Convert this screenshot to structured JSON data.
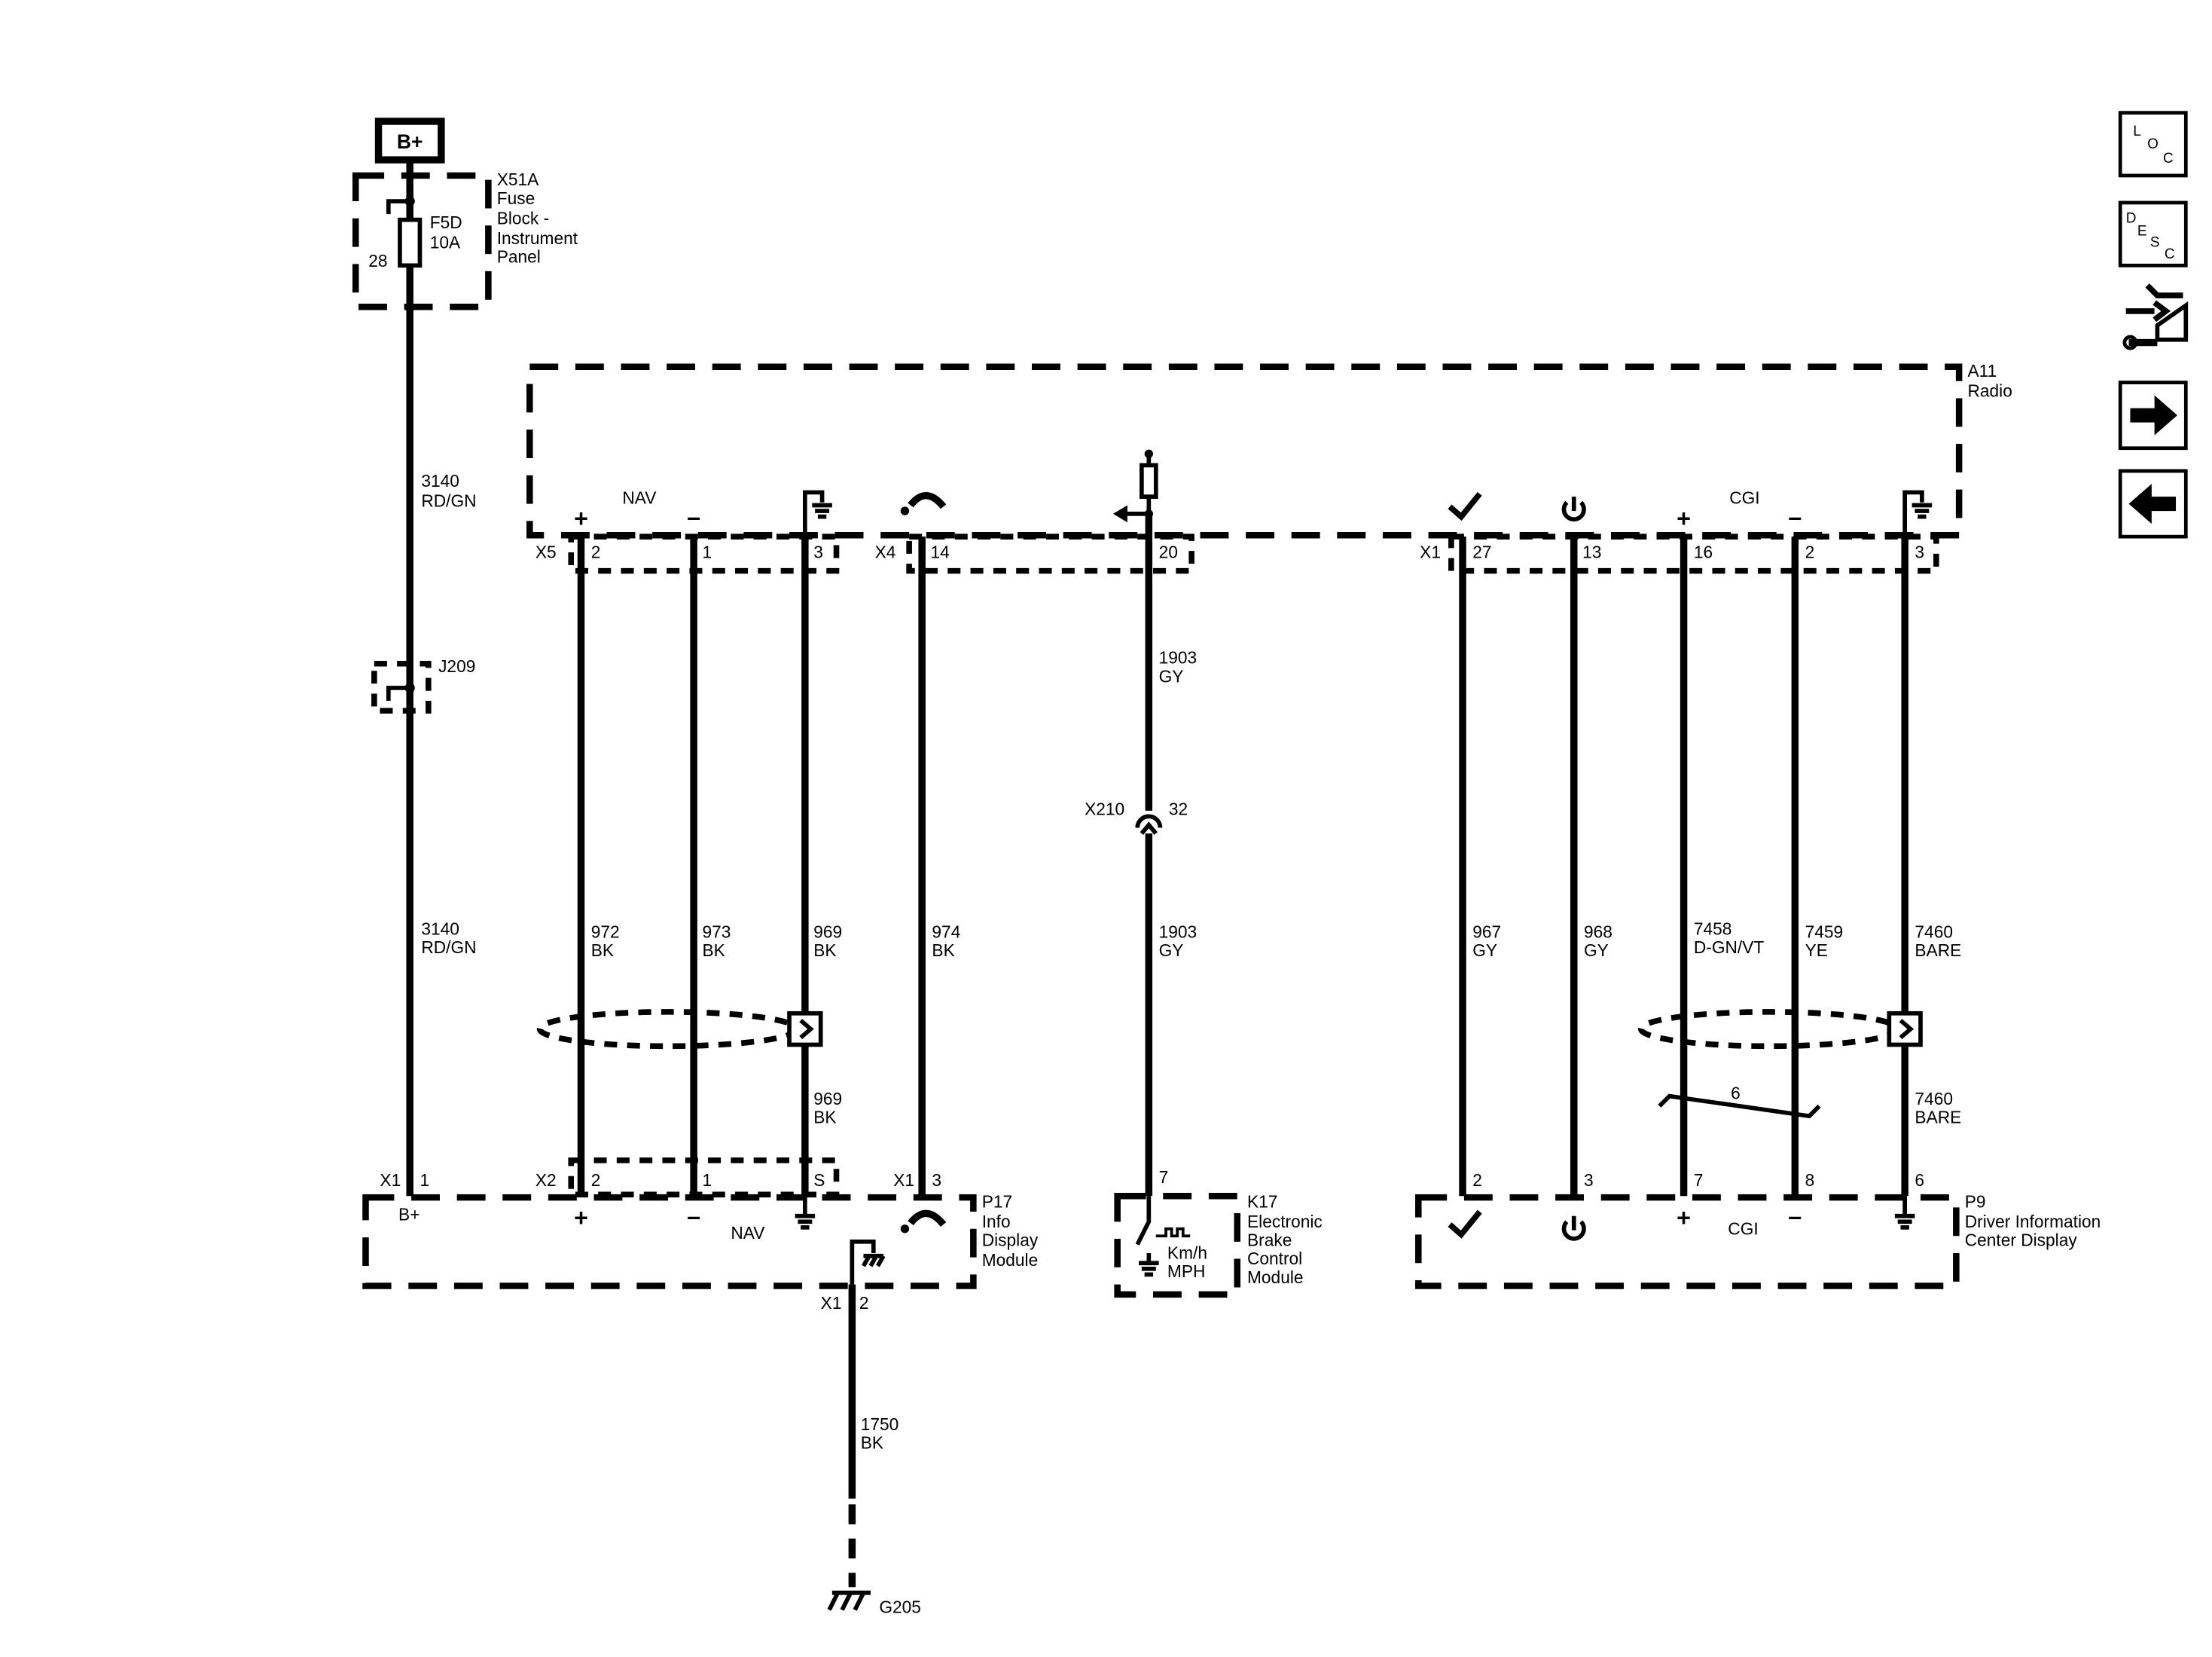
{
  "power": {
    "label": "B+"
  },
  "fuse_block": {
    "lines": [
      "X51A",
      "Fuse",
      "Block -",
      "Instrument",
      "Panel"
    ],
    "fuse_lines": [
      "F5D",
      "10A"
    ],
    "pin": "28"
  },
  "splice": {
    "label": "J209"
  },
  "power_wire": {
    "upper": [
      "3140",
      "RD/GN"
    ],
    "lower": [
      "3140",
      "RD/GN"
    ]
  },
  "radio": {
    "lines": [
      "A11",
      "Radio"
    ],
    "nav_label": "NAV",
    "cgi_label": "CGI",
    "x5_label": "X5",
    "x4_label": "X4",
    "x1_label": "X1",
    "x5_pins": [
      "2",
      "1",
      "3"
    ],
    "x4_pins": [
      "14",
      "20"
    ],
    "x1_pins": [
      "27",
      "13",
      "16",
      "2",
      "3"
    ]
  },
  "wires": {
    "w972": [
      "972",
      "BK"
    ],
    "w973": [
      "973",
      "BK"
    ],
    "w969": [
      "969",
      "BK"
    ],
    "w969b": [
      "969",
      "BK"
    ],
    "w974": [
      "974",
      "BK"
    ],
    "w1903a": [
      "1903",
      "GY"
    ],
    "w1903b": [
      "1903",
      "GY"
    ],
    "w967": [
      "967",
      "GY"
    ],
    "w968": [
      "968",
      "GY"
    ],
    "w7458": [
      "7458",
      "D-GN/VT"
    ],
    "w7459": [
      "7459",
      "YE"
    ],
    "w7460": [
      "7460",
      "BARE"
    ],
    "w7460b": [
      "7460",
      "BARE"
    ],
    "w1750": [
      "1750",
      "BK"
    ]
  },
  "inline_connector": {
    "label": "X210",
    "pin": "32"
  },
  "twist": {
    "label": "6"
  },
  "info_display": {
    "lines": [
      "P17",
      "Info",
      "Display",
      "Module"
    ],
    "x1_label": "X1",
    "x2_label": "X2",
    "bplus": "B+",
    "nav_label": "NAV",
    "pins": {
      "p1": "1",
      "p2": "2",
      "p1b": "1",
      "ps": "S",
      "p3": "3"
    },
    "ground_conn": "X1",
    "ground_pin": "2"
  },
  "ebcm": {
    "lines": [
      "K17",
      "Electronic",
      "Brake",
      "Control",
      "Module"
    ],
    "pin": "7",
    "speed_lines": [
      "Km/h",
      "MPH"
    ]
  },
  "dic": {
    "lines": [
      "P9",
      "Driver Information",
      "Center Display"
    ],
    "cgi_label": "CGI",
    "pins": [
      "2",
      "3",
      "7",
      "8",
      "6"
    ]
  },
  "ground": {
    "label": "G205"
  },
  "nav_buttons": {
    "loc": [
      "L",
      "O",
      "C"
    ],
    "desc": [
      "D",
      "E",
      "S",
      "C"
    ]
  }
}
